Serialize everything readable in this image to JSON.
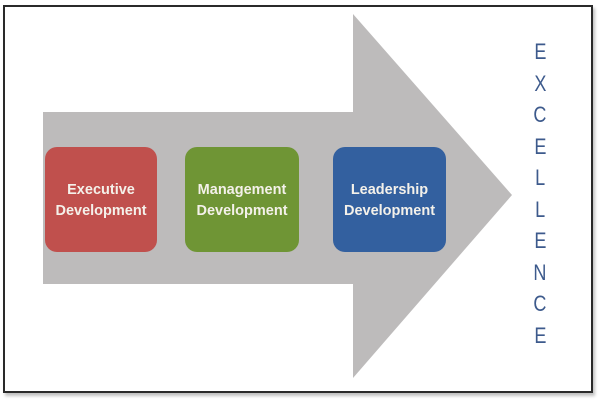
{
  "diagram": {
    "type": "process-arrow",
    "colors": {
      "arrow": "#bdbbbb",
      "frame": "#2a2a2a",
      "excellence_text": "#3d5a8c"
    },
    "stages": [
      {
        "line1": "Executive",
        "line2": "Development",
        "color": "#c0504d"
      },
      {
        "line1": "Management",
        "line2": "Development",
        "color": "#6f9535"
      },
      {
        "line1": "Leadership",
        "line2": "Development",
        "color": "#33609f"
      }
    ],
    "goal": {
      "word": "EXCELLENCE",
      "letters": [
        "E",
        "X",
        "C",
        "E",
        "L",
        "L",
        "E",
        "N",
        "C",
        "E"
      ]
    }
  }
}
